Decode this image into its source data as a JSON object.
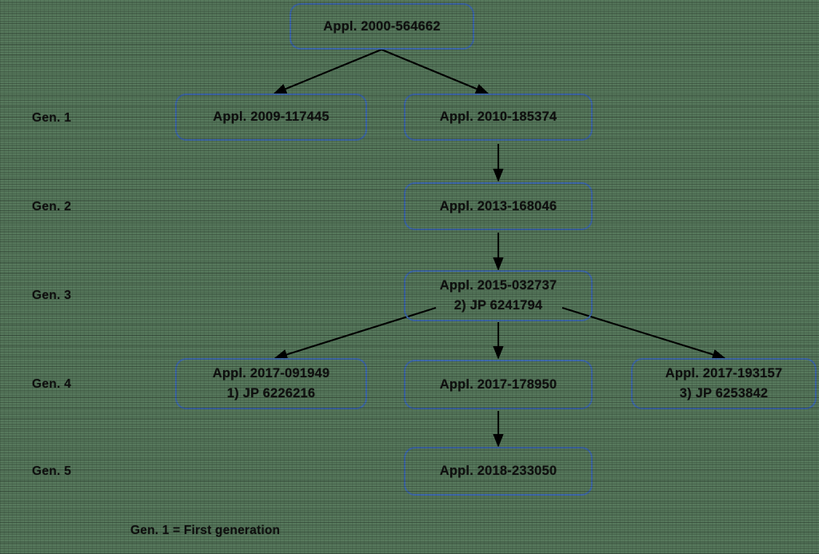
{
  "diagram": {
    "title_note": "Gen. 1 = First generation",
    "accent_border_color": "#4472b8",
    "background_color": "#5d8263",
    "text_color": "#111111",
    "arrow_color": "#000000",
    "generation_labels": [
      {
        "id": "gen1",
        "label": "Gen. 1"
      },
      {
        "id": "gen2",
        "label": "Gen. 2"
      },
      {
        "id": "gen3",
        "label": "Gen. 3"
      },
      {
        "id": "gen4",
        "label": "Gen. 4"
      },
      {
        "id": "gen5",
        "label": "Gen. 5"
      }
    ],
    "nodes": [
      {
        "id": "root",
        "line1": "Appl. 2000-564662",
        "line2": ""
      },
      {
        "id": "g1a",
        "line1": "Appl. 2009-117445",
        "line2": ""
      },
      {
        "id": "g1b",
        "line1": "Appl. 2010-185374",
        "line2": ""
      },
      {
        "id": "g2",
        "line1": "Appl. 2013-168046",
        "line2": ""
      },
      {
        "id": "g3",
        "line1": "Appl. 2015-032737",
        "line2": "2) JP 6241794"
      },
      {
        "id": "g4a",
        "line1": "Appl. 2017-091949",
        "line2": "1) JP 6226216"
      },
      {
        "id": "g4b",
        "line1": "Appl. 2017-178950",
        "line2": ""
      },
      {
        "id": "g4c",
        "line1": "Appl. 2017-193157",
        "line2": "3) JP 6253842"
      },
      {
        "id": "g5",
        "line1": "Appl. 2018-233050",
        "line2": ""
      }
    ],
    "edges": [
      {
        "from": "root",
        "to": "g1a"
      },
      {
        "from": "root",
        "to": "g1b"
      },
      {
        "from": "g1b",
        "to": "g2"
      },
      {
        "from": "g2",
        "to": "g3"
      },
      {
        "from": "g3",
        "to": "g4a"
      },
      {
        "from": "g3",
        "to": "g4b"
      },
      {
        "from": "g3",
        "to": "g4c"
      },
      {
        "from": "g4b",
        "to": "g5"
      }
    ]
  }
}
